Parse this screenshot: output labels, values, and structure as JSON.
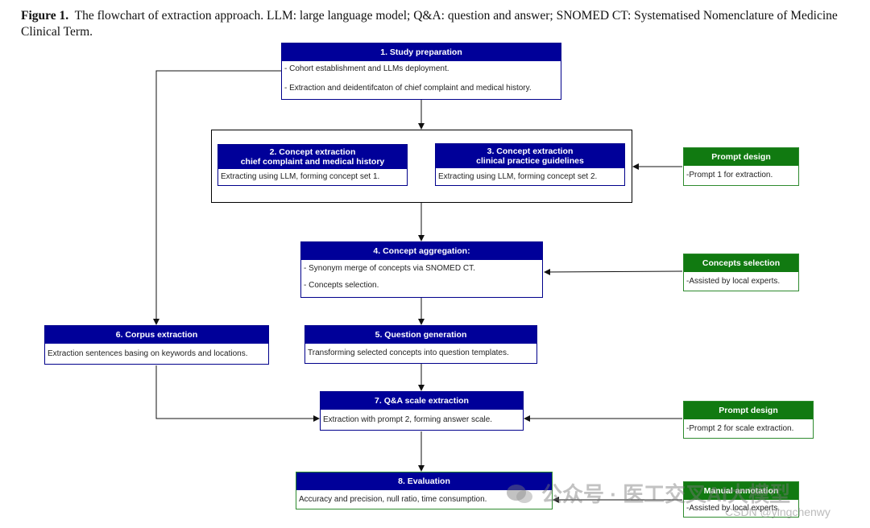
{
  "caption": {
    "label": "Figure 1.",
    "text": "The flowchart of extraction approach. LLM: large language model; Q&A: question and answer; SNOMED CT: Systematised Nomenclature of Medicine Clinical Term."
  },
  "boxes": {
    "study": {
      "title": "1. Study preparation",
      "lines": [
        "- Cohort establishment and LLMs deployment.",
        "- Extraction and deidentifcaton of chief complaint and medical history."
      ]
    },
    "concept2": {
      "title_1": "2. Concept extraction",
      "title_2": "chief complaint and medical history",
      "lines": [
        "Extracting using LLM, forming concept set 1."
      ]
    },
    "concept3": {
      "title_1": "3. Concept extraction",
      "title_2": "clinical practice guidelines",
      "lines": [
        "Extracting using LLM, forming concept set 2."
      ]
    },
    "aggregation": {
      "title": "4. Concept aggregation:",
      "lines": [
        "- Synonym merge of concepts via SNOMED CT.",
        "- Concepts selection."
      ]
    },
    "question": {
      "title": "5. Question generation",
      "lines": [
        "Transforming selected concepts into question templates."
      ]
    },
    "corpus": {
      "title": "6. Corpus extraction",
      "lines": [
        "Extraction sentences basing on keywords and locations."
      ]
    },
    "qa": {
      "title": "7. Q&A scale extraction",
      "lines": [
        "Extraction with prompt 2, forming answer scale."
      ]
    },
    "evaluation": {
      "title": "8. Evaluation",
      "lines": [
        "Accuracy and precision, null ratio, time consumption."
      ]
    },
    "prompt1": {
      "title": "Prompt design",
      "lines": [
        "-Prompt 1 for extraction."
      ]
    },
    "selection": {
      "title": "Concepts selection",
      "lines": [
        "-Assisted by local experts."
      ]
    },
    "prompt2": {
      "title": "Prompt design",
      "lines": [
        "-Prompt 2  for scale extraction."
      ]
    },
    "manual": {
      "title": "Manual annotation",
      "lines": [
        "-Assisted by local experts."
      ]
    }
  },
  "watermark": {
    "text": "公众号 · 医工交叉AI大模型",
    "handle": "CSDN @yingchenwy"
  },
  "colors": {
    "blue_header": "#000099",
    "green_header": "#117a11",
    "blue_border": "#00008b",
    "green_border": "#2e8b2e"
  }
}
